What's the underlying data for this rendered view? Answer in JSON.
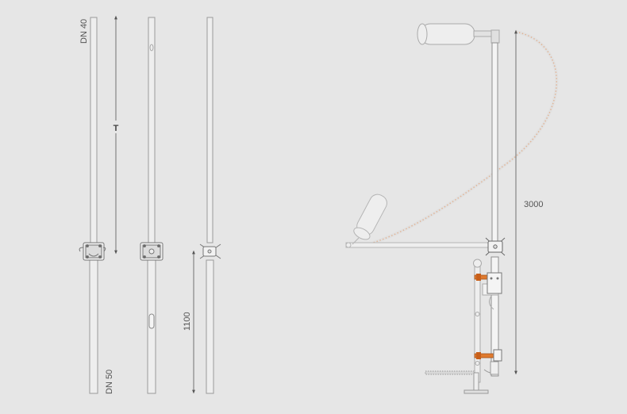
{
  "labels": {
    "dn40": "DN 40",
    "dn50": "DN 50",
    "t": "T",
    "dim_1100": "1100",
    "dim_3000": "3000"
  },
  "colors": {
    "background": "#e6e6e6",
    "line": "#9a9a9a",
    "pipe_fill": "#eeeeee",
    "accent_orange": "#e07a2e",
    "arc_dots": "#e6a070"
  }
}
